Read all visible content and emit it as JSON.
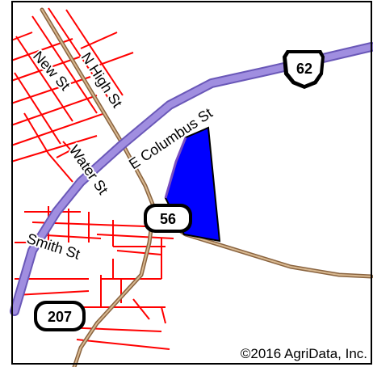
{
  "map": {
    "streets": {
      "new_st": "New St",
      "n_high_st": "N High St",
      "e_columbus_st": "E Columbus St",
      "water_st": "Water St",
      "smith_st": "Smith St"
    },
    "shields": {
      "us_62": "62",
      "route_56": "56",
      "route_207": "207"
    },
    "copyright": "©2016 AgriData, Inc."
  },
  "colors": {
    "street_lines": "#ff0000",
    "highway": "#9988dd",
    "secondary_road": "#b08860",
    "parcel_fill": "#0000ff",
    "parcel_outline": "#000000",
    "border": "#000000",
    "background": "#ffffff"
  }
}
